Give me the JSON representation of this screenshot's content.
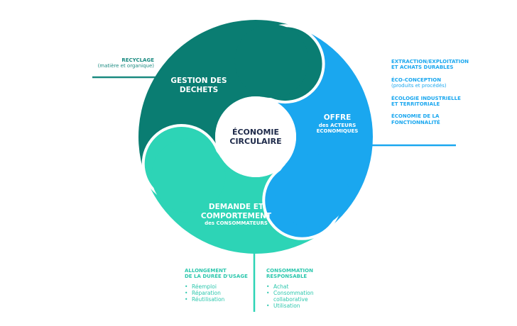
{
  "center": {
    "line1": "ÉCONOMIE",
    "line2": "CIRCULAIRE"
  },
  "segments": {
    "waste": {
      "line1": "GESTION DES",
      "line2": "DECHETS"
    },
    "offer": {
      "title": "OFFRE",
      "sub1": "des ACTEURS",
      "sub2": "ECONOMIQUES"
    },
    "demand": {
      "line1": "DEMANDE ET",
      "line2": "COMPORTEMENT",
      "sub": "des CONSOMMATEURS"
    }
  },
  "left": {
    "title": "RECYCLAGE",
    "sub": "(matière et organique)"
  },
  "right": [
    {
      "l1": "EXTRACTION/EXPLOITATION",
      "l2": "ET ACHATS DURABLES"
    },
    {
      "l1": "ÉCO-CONCEPTION",
      "l2": "(produits et procédés)"
    },
    {
      "l1": "ÉCOLOGIE INDUSTRIELLE",
      "l2": "ET TERRITORIALE"
    },
    {
      "l1": "ÉCONOMIE DE LA",
      "l2": "FONCTIONNALITÉ"
    }
  ],
  "bottom_left": {
    "l1": "ALLONGEMENT",
    "l2": "DE LA DURÉE D'USAGE",
    "items": [
      "Réemploi",
      "Réparation",
      "Réutilisation"
    ]
  },
  "bottom_right": {
    "l1": "CONSOMMATION",
    "l2": "RESPONSABLE",
    "items": [
      "Achat",
      "Consommation collaborative",
      "Utilisation"
    ]
  },
  "colors": {
    "waste": "#0a7d72",
    "offer": "#1aa7ef",
    "demand": "#2dd4b6"
  }
}
